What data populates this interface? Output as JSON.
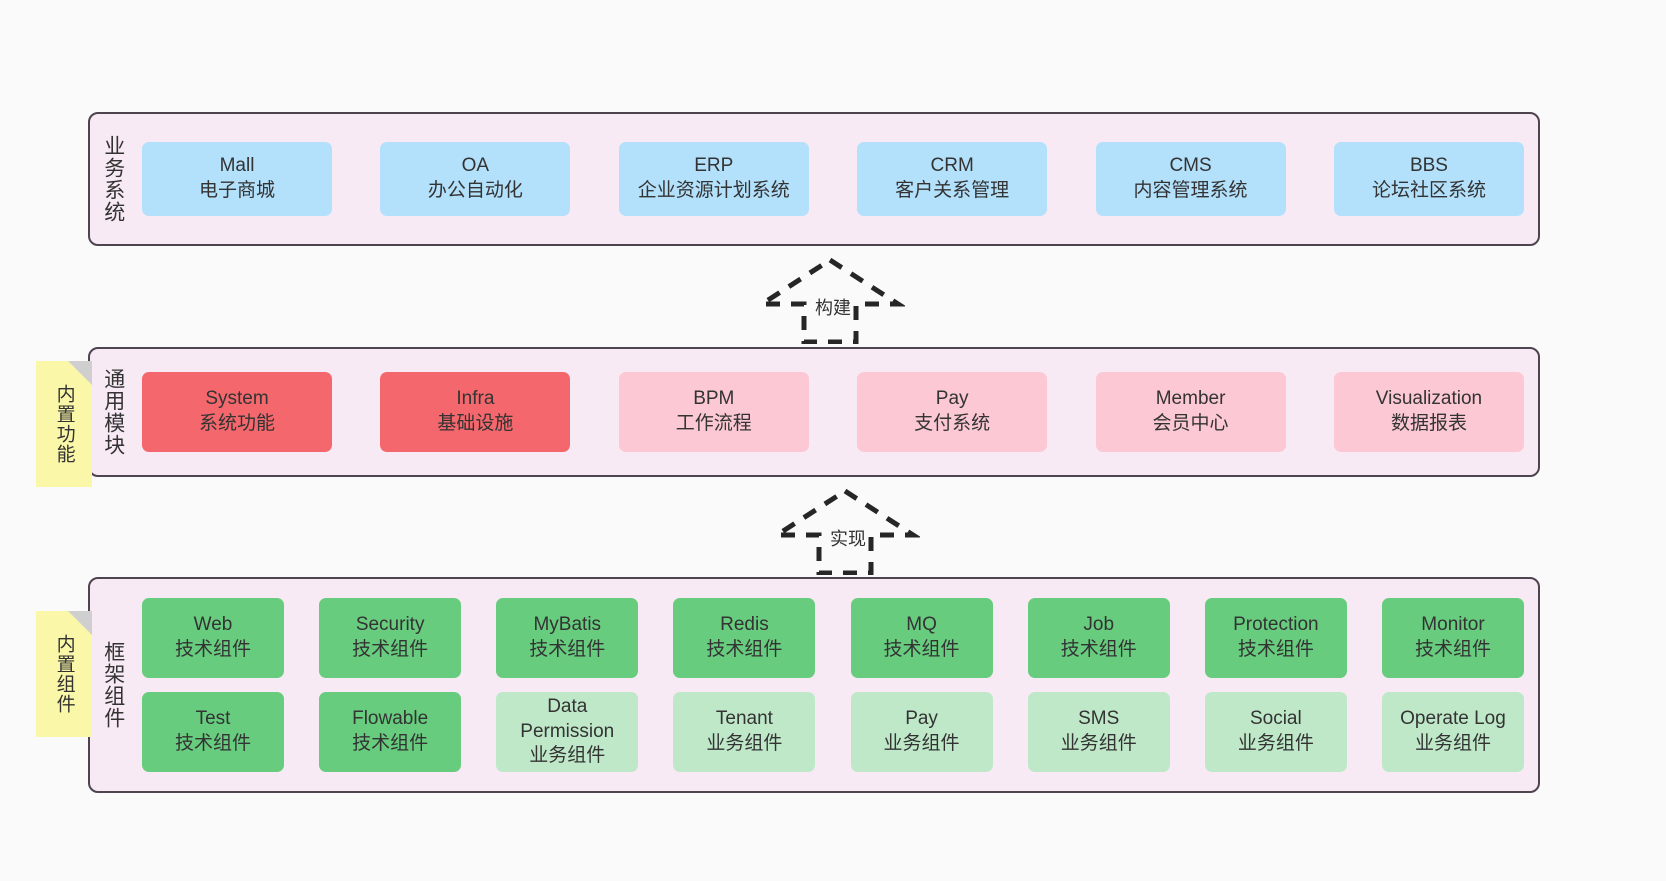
{
  "diagram": {
    "background_color": "#fafafa",
    "layer_fill": "#f8eaf4",
    "layer_border": "#4d4450"
  },
  "layers": [
    {
      "id": "business",
      "title": "业务系统",
      "card_color": "#b3e0fb",
      "cards": [
        {
          "name": "Mall",
          "desc": "电子商城"
        },
        {
          "name": "OA",
          "desc": "办公自动化"
        },
        {
          "name": "ERP",
          "desc": "企业资源计划系统"
        },
        {
          "name": "CRM",
          "desc": "客户关系管理"
        },
        {
          "name": "CMS",
          "desc": "内容管理系统"
        },
        {
          "name": "BBS",
          "desc": "论坛社区系统"
        }
      ]
    },
    {
      "id": "common",
      "title": "通用模块",
      "card_color_primary": "#f4676c",
      "card_color_secondary": "#fbc8d4",
      "cards": [
        {
          "name": "System",
          "desc": "系统功能"
        },
        {
          "name": "Infra",
          "desc": "基础设施"
        },
        {
          "name": "BPM",
          "desc": "工作流程"
        },
        {
          "name": "Pay",
          "desc": "支付系统"
        },
        {
          "name": "Member",
          "desc": "会员中心"
        },
        {
          "name": "Visualization",
          "desc": "数据报表"
        }
      ]
    },
    {
      "id": "frame",
      "title": "框架组件",
      "card_color_tech": "#67cc7e",
      "card_color_biz": "#bfe8c9",
      "row1": [
        {
          "name": "Web",
          "desc": "技术组件"
        },
        {
          "name": "Security",
          "desc": "技术组件"
        },
        {
          "name": "MyBatis",
          "desc": "技术组件"
        },
        {
          "name": "Redis",
          "desc": "技术组件"
        },
        {
          "name": "MQ",
          "desc": "技术组件"
        },
        {
          "name": "Job",
          "desc": "技术组件"
        },
        {
          "name": "Protection",
          "desc": "技术组件"
        },
        {
          "name": "Monitor",
          "desc": "技术组件"
        }
      ],
      "row2": [
        {
          "name": "Test",
          "desc": "技术组件"
        },
        {
          "name": "Flowable",
          "desc": "技术组件"
        },
        {
          "name": "Data\nPermission",
          "desc": "业务组件"
        },
        {
          "name": "Tenant",
          "desc": "业务组件"
        },
        {
          "name": "Pay",
          "desc": "业务组件"
        },
        {
          "name": "SMS",
          "desc": "业务组件"
        },
        {
          "name": "Social",
          "desc": "业务组件"
        },
        {
          "name": "Operate Log",
          "desc": "业务组件"
        }
      ]
    }
  ],
  "notes": [
    {
      "id": "builtin-func",
      "text": "内置功能",
      "color": "#fbf7a8"
    },
    {
      "id": "builtin-comp",
      "text": "内置组件",
      "color": "#fbf7a8"
    }
  ],
  "arrows": [
    {
      "id": "build",
      "label": "构建",
      "style": "dashed-hollow-up"
    },
    {
      "id": "impl",
      "label": "实现",
      "style": "dashed-hollow-up"
    }
  ]
}
